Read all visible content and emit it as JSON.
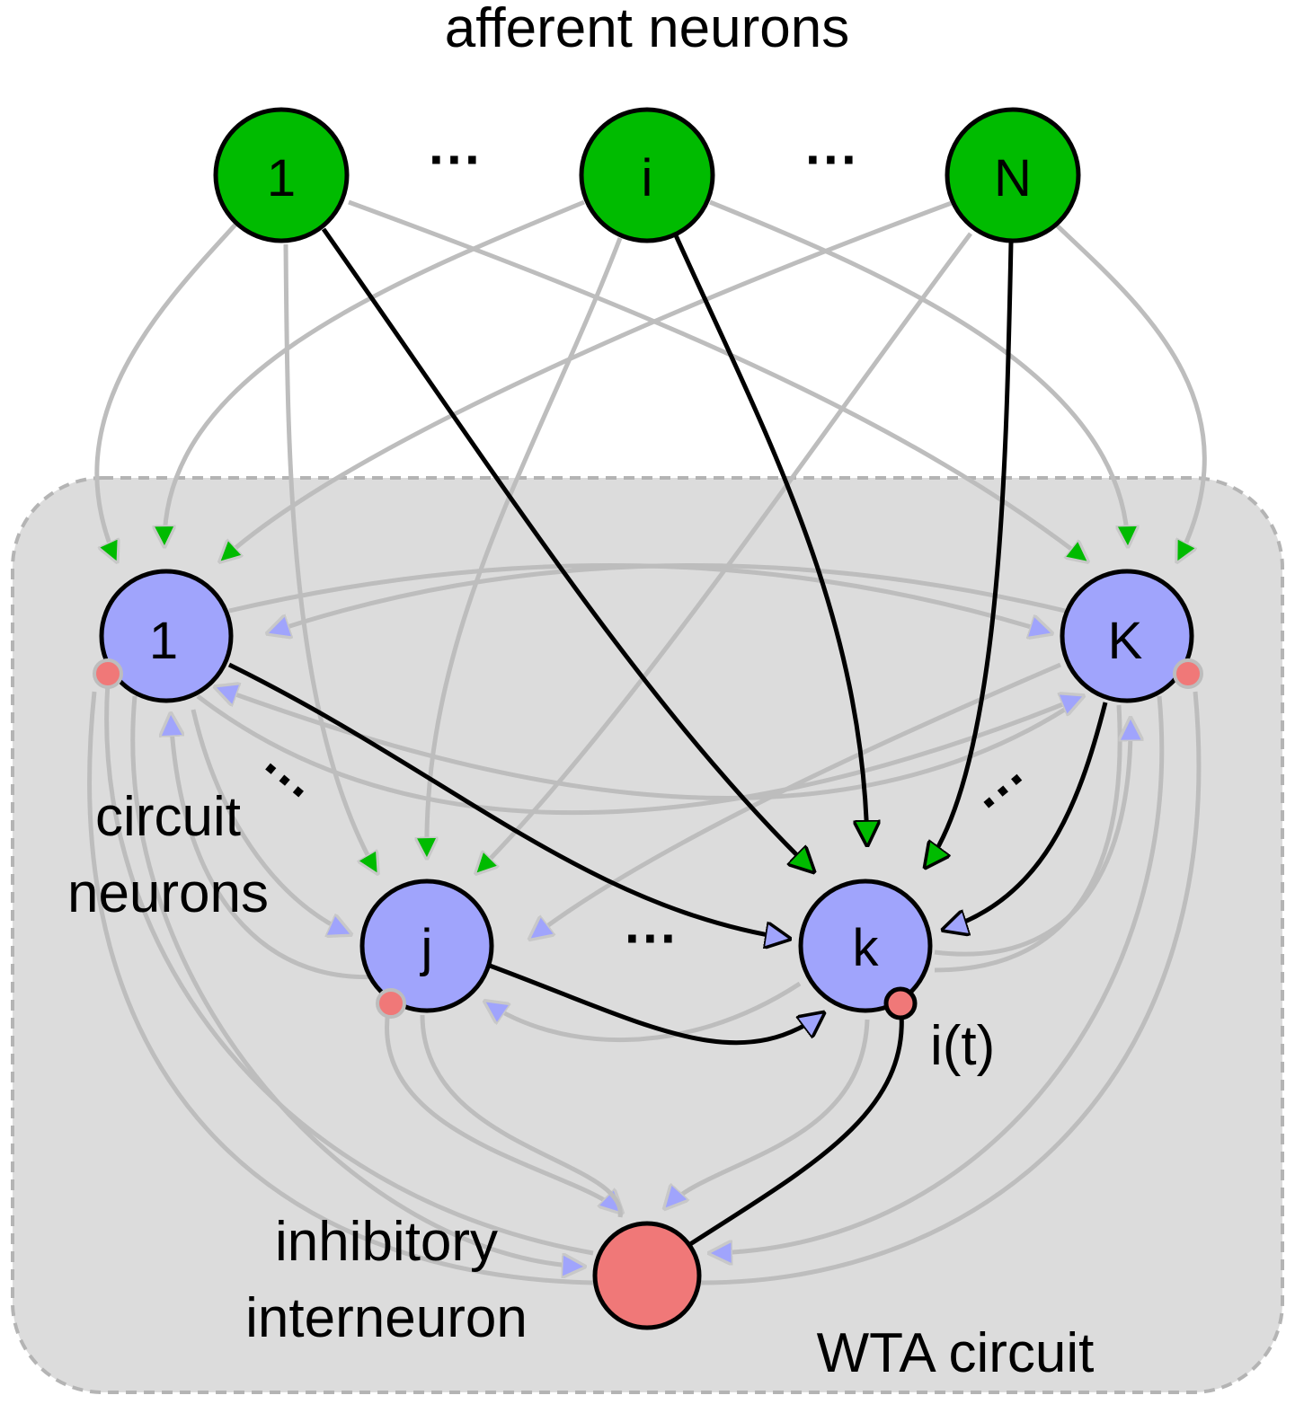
{
  "labels": {
    "afferent": "afferent neurons",
    "circuit_line1": "circuit",
    "circuit_line2": "neurons",
    "inhibitory_line1": "inhibitory",
    "inhibitory_line2": "interneuron",
    "wta": "WTA circuit",
    "it": "i(t)"
  },
  "afferent_nodes": {
    "first": "1",
    "middle": "i",
    "last": "N"
  },
  "circuit_nodes": {
    "first": "1",
    "last": "K",
    "j": "j",
    "k": "k"
  },
  "ellipsis": "···",
  "colors": {
    "afferent": "#00bb00",
    "circuit": "#a0a4fc",
    "inhibitory": "#f07878",
    "region": "#dcdcdc",
    "faint_edge": "#bdbdbd",
    "strong_edge": "#000000"
  }
}
